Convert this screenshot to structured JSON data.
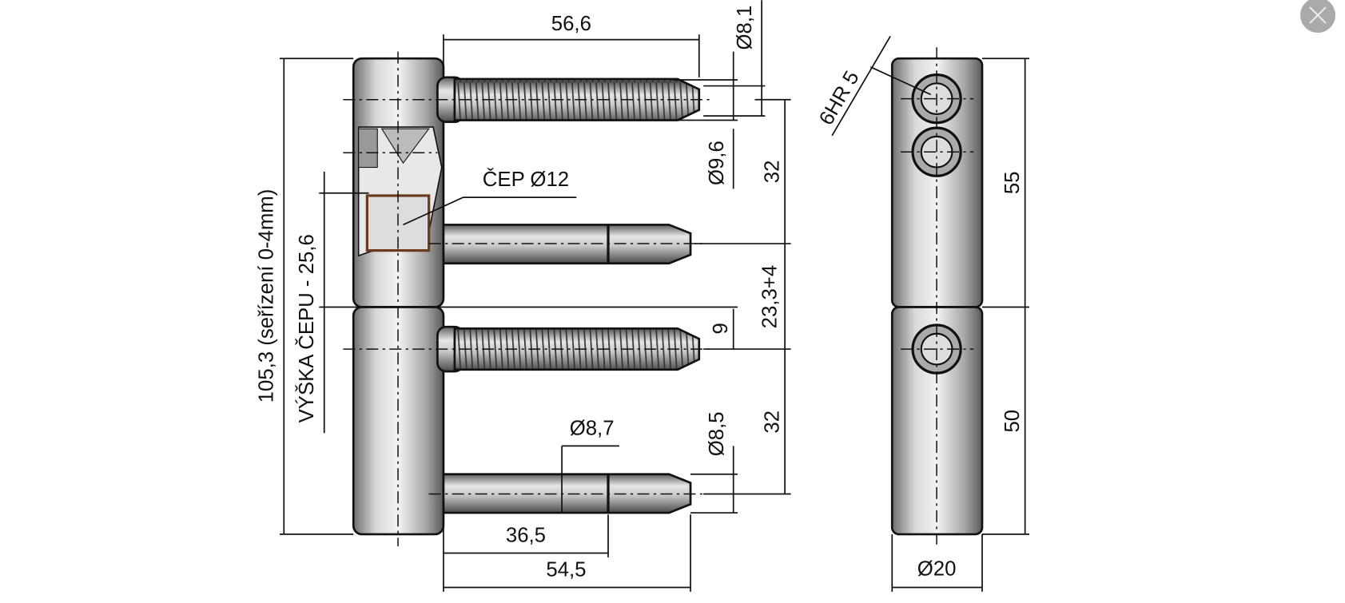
{
  "viewer": {
    "close_icon": "close-icon"
  },
  "drawing": {
    "dims": {
      "screw_length": "56,6",
      "screw_dia_outer": "Ø8,1",
      "screw_dia_head": "Ø9,6",
      "spacing_top": "32",
      "pin_label": "ČEP Ø12",
      "middle_spacing": "23,3+4",
      "offset": "9",
      "spacing_bottom": "32",
      "pin_dia": "Ø8,7",
      "pin_tip_dia": "Ø8,5",
      "pin_shoulder": "36,5",
      "pin_length": "54,5",
      "total_height": "105,3 (seřízení 0-4mm)",
      "pin_height": "VÝŠKA ČEPU - 25,6",
      "hex": "6HR 5",
      "upper_height": "55",
      "lower_height": "50",
      "body_dia": "Ø20"
    }
  }
}
